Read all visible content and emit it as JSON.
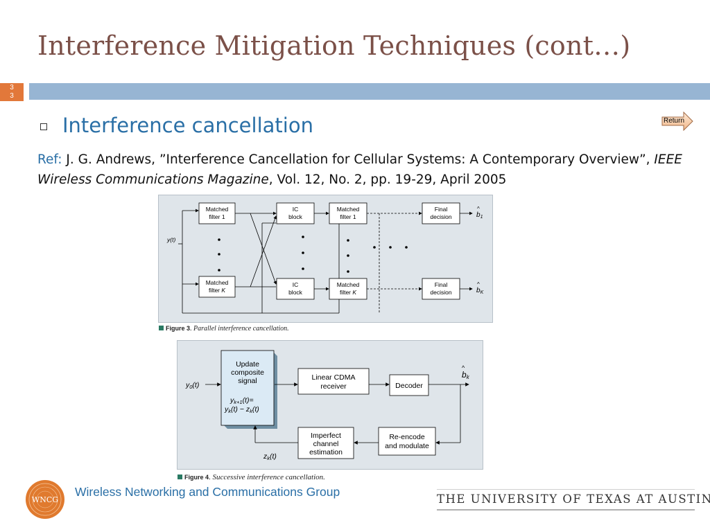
{
  "slide": {
    "title": "Interference Mitigation Techniques (cont…)",
    "number_line1": "3",
    "number_line2": "3"
  },
  "bullet": {
    "text": "Interference cancellation"
  },
  "return_button": {
    "label": "Return"
  },
  "reference": {
    "label": "Ref:",
    "text_before": "J. G. Andrews, ”Interference Cancellation for Cellular Systems: A Contemporary Overview”,",
    "journal": "IEEE Wireless Communications Magazine",
    "text_after": ", Vol. 12, No. 2, pp. 19-29, April 2005"
  },
  "figure3": {
    "input_label": "y(t)",
    "mf1_line1": "Matched",
    "mf1_line2": "filter 1",
    "mfk_line1": "Matched",
    "mfk_line2": "filter",
    "mfk_line2_k": "K",
    "ic_line1": "IC",
    "ic_line2": "block",
    "mf2_line1": "Matched",
    "mf2_line2": "filter 1",
    "mf2k_line1": "Matched",
    "mf2k_line2": "filter",
    "mf2k_line2_k": "K",
    "final_line1": "Final",
    "final_line2": "decision",
    "out1": "b",
    "out1_sub": "1",
    "outk": "b",
    "outk_sub": "K",
    "caption_label": "Figure 3",
    "caption_text": "Parallel interference cancellation."
  },
  "figure4": {
    "input_label": "y",
    "input_sub": "0",
    "input_arg": "(t)",
    "update_line1": "Update",
    "update_line2": "composite",
    "update_line3": "signal",
    "update_eq1": "y",
    "update_eq1_sub": "k+1",
    "update_eq1_rest": "(t)=",
    "update_eq2": "y",
    "update_eq2_sub": "k",
    "update_eq2_mid": "(t) − z",
    "update_eq2_sub2": "k",
    "update_eq2_rest": "(t)",
    "lin_line1": "Linear CDMA",
    "lin_line2": "receiver",
    "decoder": "Decoder",
    "output": "b",
    "output_sub": "k",
    "reenc_line1": "Re-encode",
    "reenc_line2": "and modulate",
    "imp_line1": "Imperfect",
    "imp_line2": "channel",
    "imp_line3": "estimation",
    "z_label": "z",
    "z_sub": "k",
    "z_arg": "(t)",
    "caption_label": "Figure 4",
    "caption_text": "Successive interference cancellation."
  },
  "footer": {
    "logo_text": "WNCG",
    "group_name": "Wireless Networking and Communications Group",
    "university": "THE UNIVERSITY OF TEXAS AT AUSTIN"
  },
  "colors": {
    "title": "#7b5048",
    "accent_blue": "#2a6fa6",
    "title_bar": "#97b5d3",
    "slide_num_bg": "#e2783a",
    "figure_bg": "#dfe5ea",
    "logo": "#e07a2e"
  }
}
